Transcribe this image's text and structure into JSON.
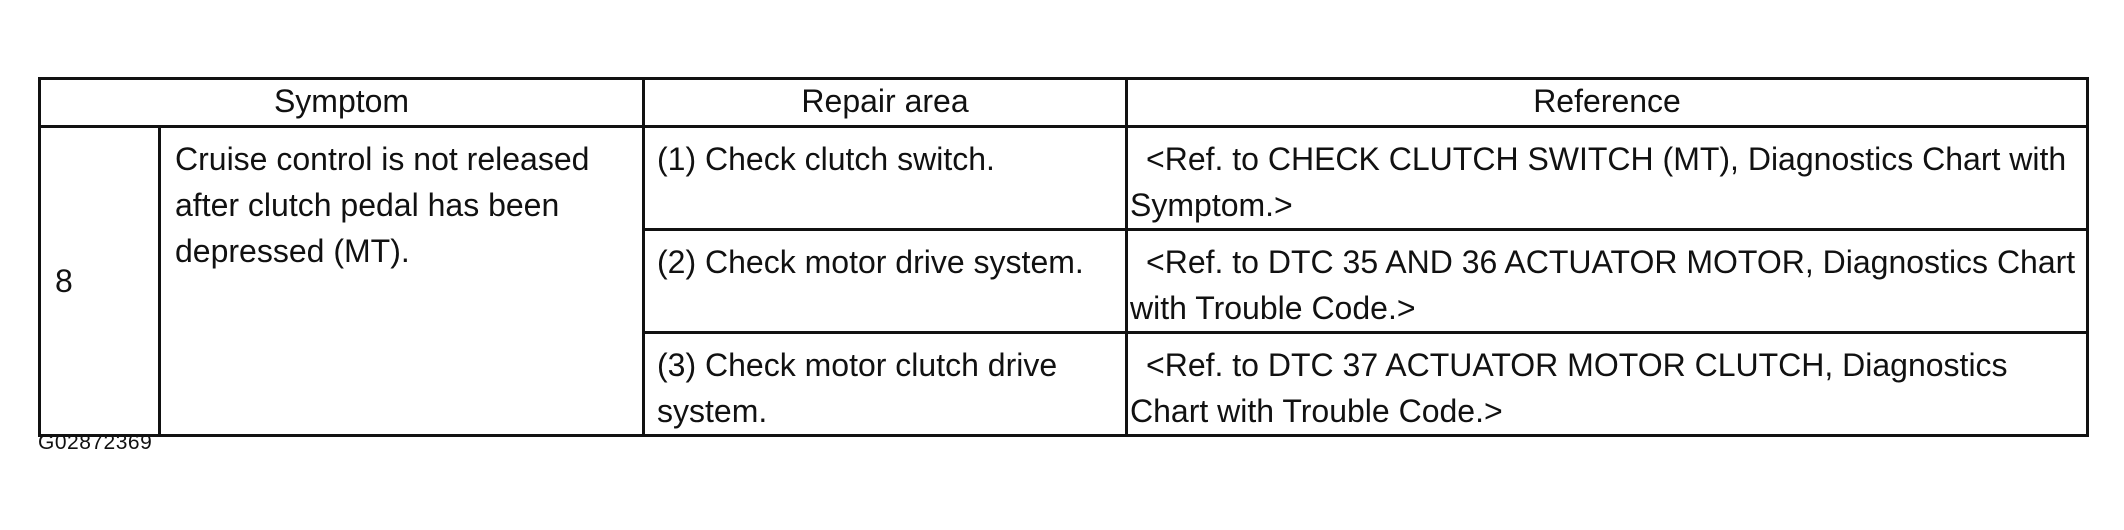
{
  "table": {
    "headers": {
      "symptom": "Symptom",
      "repair_area": "Repair area",
      "reference": "Reference"
    },
    "rows": [
      {
        "number": "8",
        "symptom": "Cruise control is not released after clutch pedal has been depressed (MT).",
        "items": [
          {
            "repair": "(1) Check clutch switch.",
            "reference": "<Ref. to CHECK CLUTCH SWITCH (MT), Diagnostics Chart with Symptom.>"
          },
          {
            "repair": "(2) Check motor drive system.",
            "reference": "<Ref. to DTC 35 AND 36 ACTUATOR MOTOR, Diagnostics Chart with Trouble Code.>"
          },
          {
            "repair": "(3) Check motor clutch drive system.",
            "reference": "<Ref. to DTC 37 ACTUATOR MOTOR CLUTCH, Diagnostics Chart with Trouble Code.>"
          }
        ]
      }
    ]
  },
  "figure_id": "G02872369"
}
